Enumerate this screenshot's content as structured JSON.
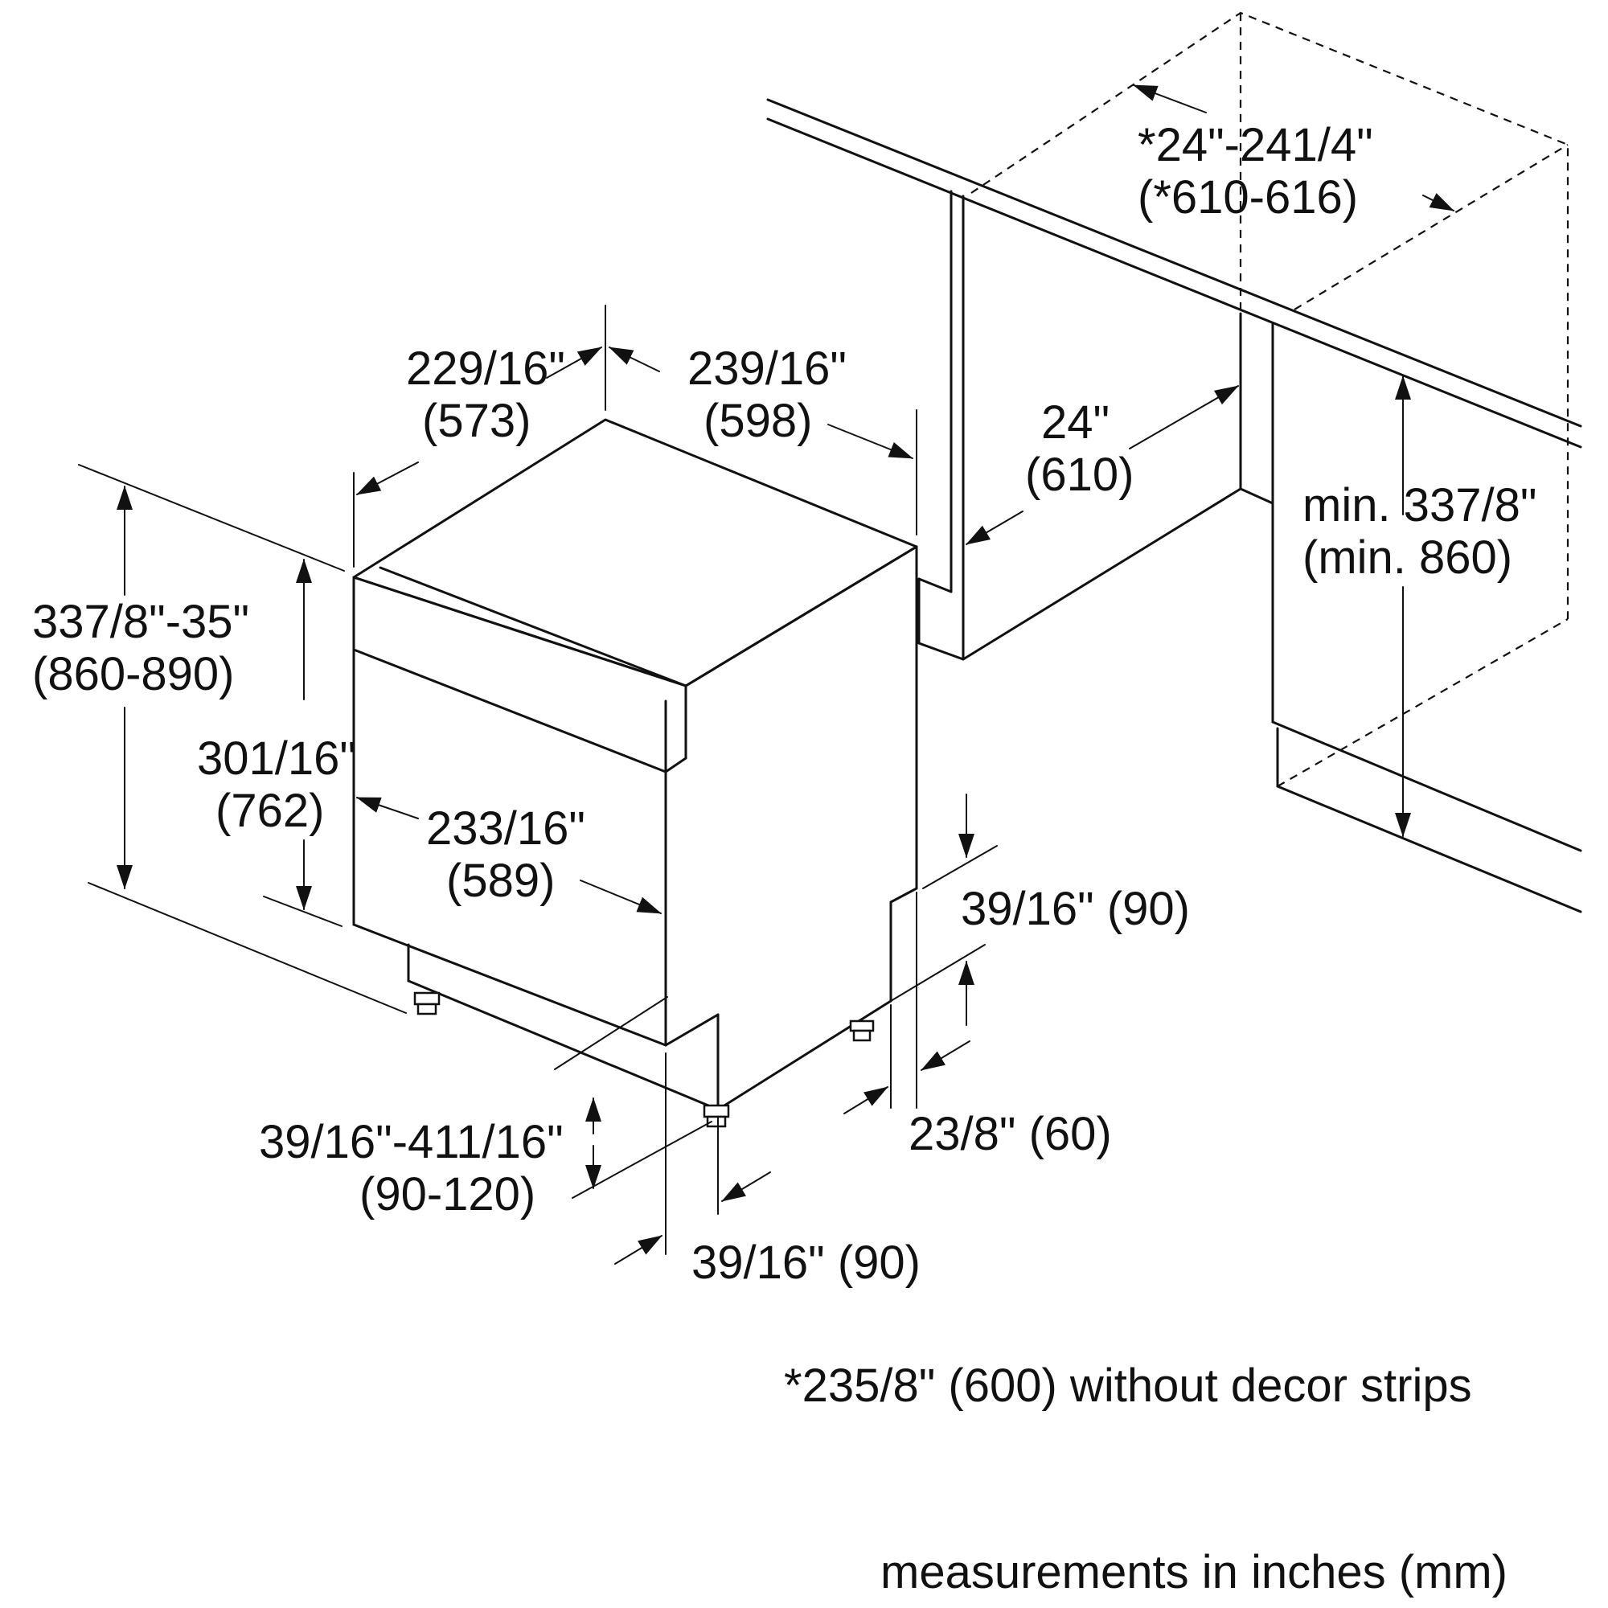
{
  "dimensions": {
    "cabinet_width": {
      "in": "*24\"-241/4\"",
      "mm": "(*610-616)"
    },
    "depth_side": {
      "in": "229/16\"",
      "mm": "(573)"
    },
    "width_top": {
      "in": "239/16\"",
      "mm": "(598)"
    },
    "niche_depth": {
      "in": "24\"",
      "mm": "(610)"
    },
    "niche_height": {
      "in": "min. 337/8\"",
      "mm": "(min. 860)"
    },
    "overall_height": {
      "in": "337/8\"-35\"",
      "mm": "(860-890)"
    },
    "body_height": {
      "in": "301/16\"",
      "mm": "(762)"
    },
    "door_width": {
      "in": "233/16\"",
      "mm": "(589)"
    },
    "toe_kick_height": {
      "in": "39/16\" (90)"
    },
    "toe_kick_depth": {
      "in": "23/8\" (60)"
    },
    "plinth_height": {
      "in": "39/16\"-411/16\"",
      "mm": "(90-120)"
    },
    "plinth_depth": {
      "in": "39/16\" (90)"
    }
  },
  "footnote": "*235/8\" (600) without decor strips",
  "units_note": "measurements in inches (mm)"
}
